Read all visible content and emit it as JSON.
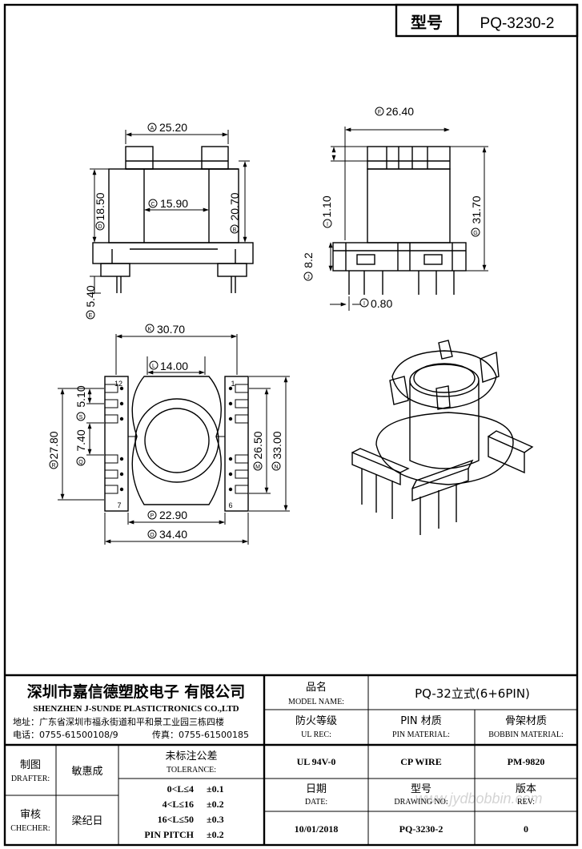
{
  "header": {
    "model_label": "型号",
    "model_value": "PQ-3230-2"
  },
  "dimensions": {
    "front_top_width": "25.20",
    "front_inner_width": "15.90",
    "front_left_height": "18.50",
    "front_right_height": "20.70",
    "front_pin_length": "5.40",
    "side_top_width": "26.40",
    "side_small_gap": "1.10",
    "side_total_height": "31.70",
    "side_base_height": "8.2",
    "side_pin_width": "0.80",
    "bottom_top_width": "30.70",
    "bottom_inner_top": "14.00",
    "bottom_pin_pitch": "5.10",
    "bottom_pin_span": "7.40",
    "bottom_left_height": "27.80",
    "bottom_right_inner": "26.50",
    "bottom_right_outer": "33.00",
    "bottom_inner_width": "22.90",
    "bottom_total_width": "34.40"
  },
  "callouts": {
    "A": "A",
    "B": "B",
    "C": "C",
    "D": "D",
    "E": "E",
    "F": "F",
    "G": "G",
    "J": "J",
    "I": "I",
    "K": "K",
    "L": "L",
    "M": "M",
    "N": "N",
    "O": "O",
    "P": "P",
    "Q": "Q",
    "R": "R",
    "S": "S"
  },
  "pin_labels": {
    "p1": "1",
    "p6": "6",
    "p7": "7",
    "p12": "12"
  },
  "company": {
    "name_cn": "深圳市嘉信德塑胶电子 有限公司",
    "name_en": "SHENZHEN J-SUNDE PLASTICTRONICS CO.,LTD",
    "address": "地址：广东省深圳市福永街道和平和景工业园三栋四楼",
    "phone": "电话：0755-61500108/9",
    "fax": "传真：0755-61500185"
  },
  "title_block": {
    "model_name_cn": "品名",
    "model_name_en": "MODEL NAME:",
    "model_name_value": "PQ-32立式(6+6PIN)",
    "ul_rec_cn": "防火等级",
    "ul_rec_en": "UL REC:",
    "pin_mat_cn": "PIN 材质",
    "pin_mat_en": "PIN MATERIAL:",
    "bobbin_mat_cn": "骨架材质",
    "bobbin_mat_en": "BOBBIN MATERIAL:",
    "ul_value": "UL 94V-0",
    "pin_value": "CP WIRE",
    "bobbin_value": "PM-9820",
    "date_cn": "日期",
    "date_en": "DATE:",
    "drawing_cn": "型号",
    "drawing_en": "DRAWING NO:",
    "rev_cn": "版本",
    "rev_en": "REV:",
    "date_value": "10/01/2018",
    "drawing_value": "PQ-3230-2",
    "rev_value": "0",
    "drafter_cn": "制图",
    "drafter_en": "DRAFTER:",
    "drafter_name": "敏惠成",
    "checker_cn": "审核",
    "checker_en": "CHECHER:",
    "checker_name": "梁纪日",
    "tol_cn": "未标注公差",
    "tol_en": "TOLERANCE:",
    "tol_rows": [
      {
        "range": "0<L≤4",
        "value": "±0.1"
      },
      {
        "range": "4<L≤16",
        "value": "±0.2"
      },
      {
        "range": "16<L≤50",
        "value": "±0.3"
      },
      {
        "range": "PIN PITCH",
        "value": "±0.2"
      }
    ]
  },
  "watermark": "www.jydbobbin.com"
}
